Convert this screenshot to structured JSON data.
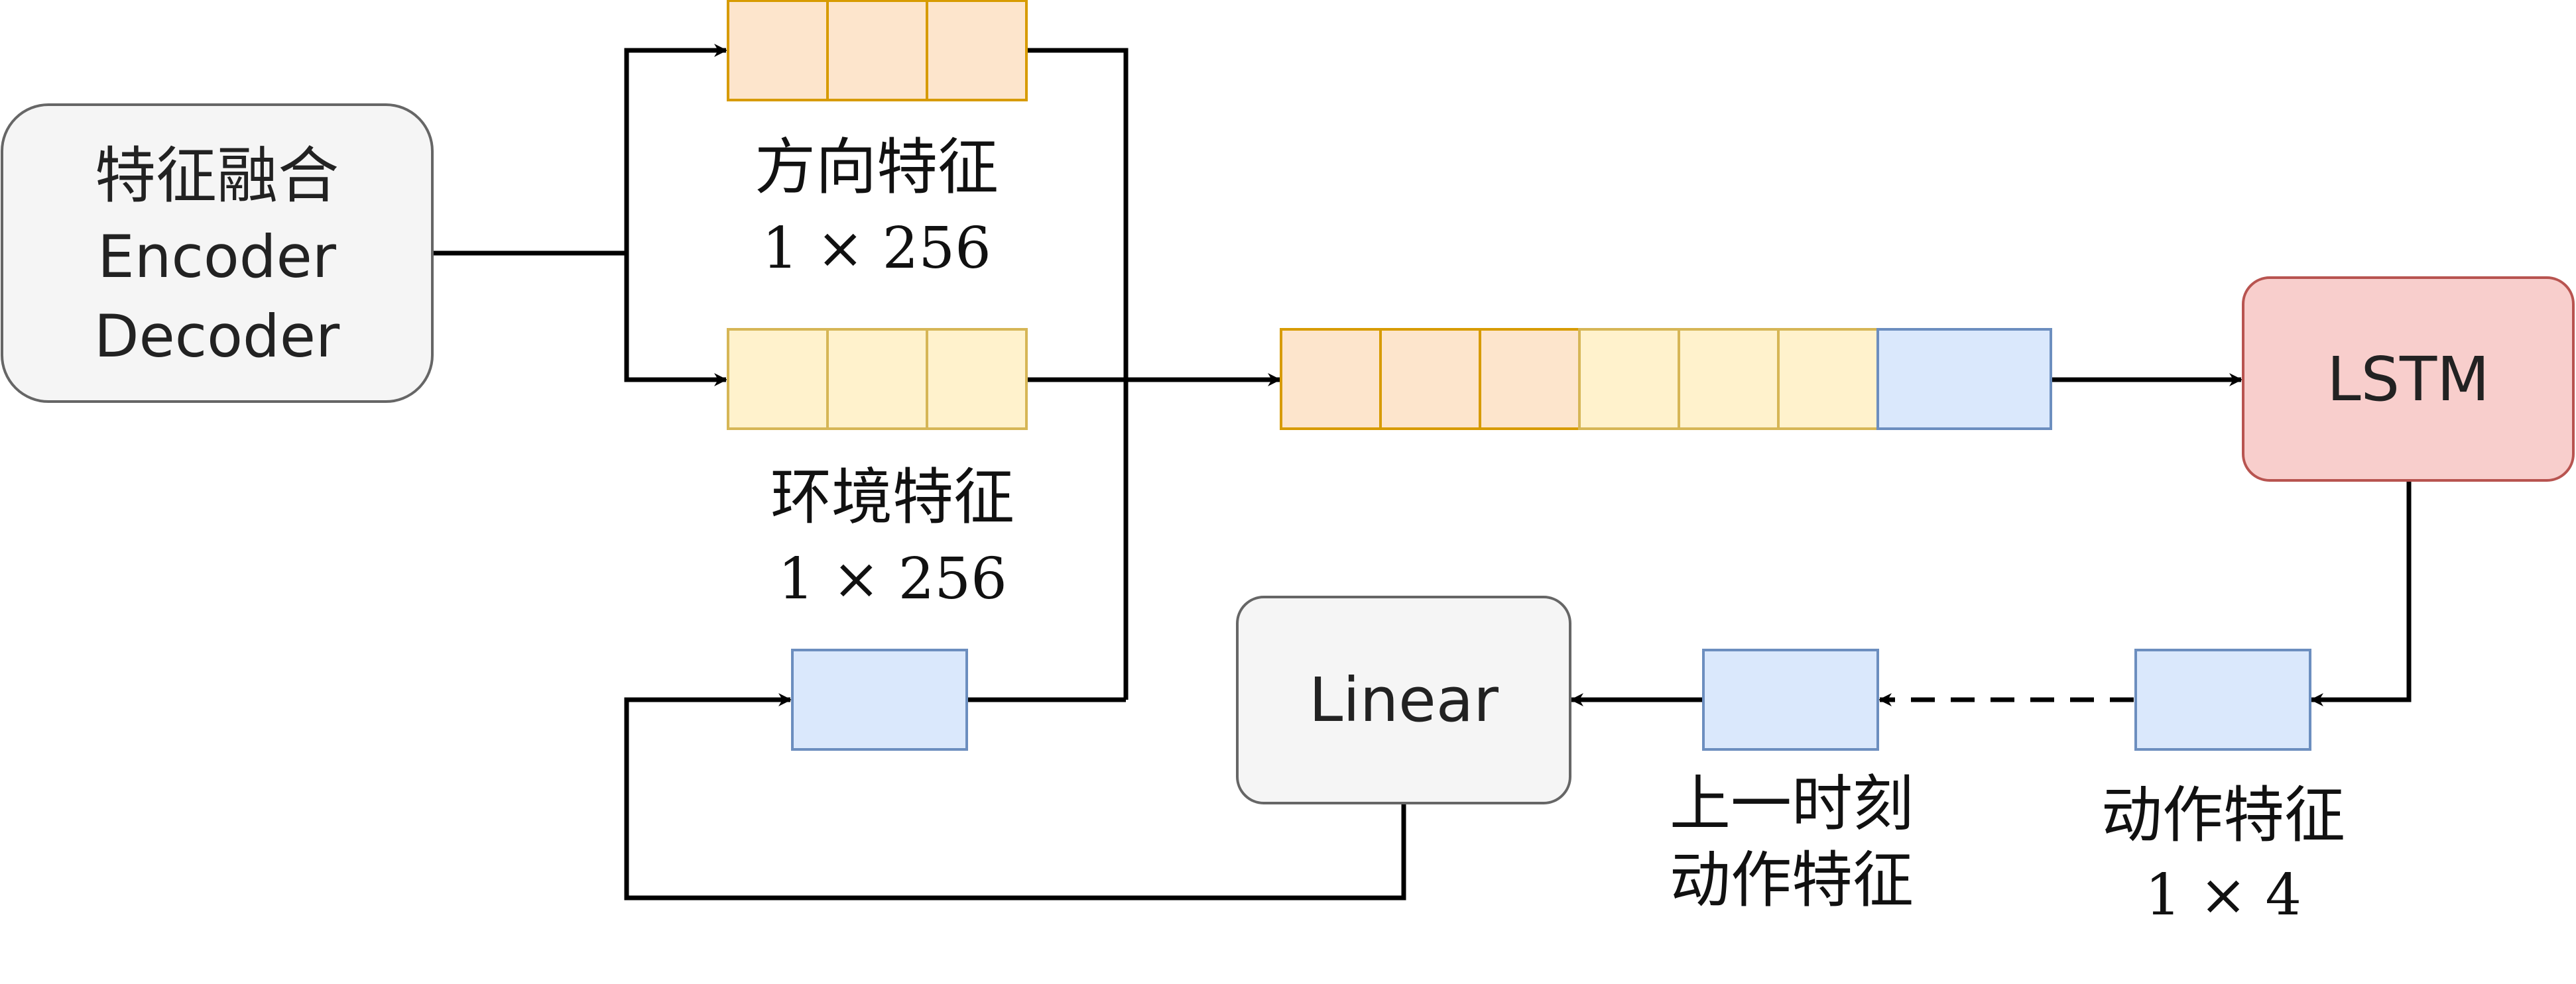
{
  "colors": {
    "orange_fill": "#fde5cc",
    "orange_stroke": "#d79b00",
    "yellow_fill": "#fff2cc",
    "yellow_stroke": "#d6b656",
    "blue_fill": "#dae8fc",
    "blue_stroke": "#6c8ebf",
    "gray_fill": "#f5f5f5",
    "gray_stroke": "#666666",
    "red_fill": "#f8cecc",
    "red_stroke": "#b85450",
    "line": "#000000"
  },
  "nodes": {
    "fusion": {
      "line1": "特征融合",
      "line2": "Encoder",
      "line3": "Decoder"
    },
    "lstm": {
      "label": "LSTM"
    },
    "linear": {
      "label": "Linear"
    }
  },
  "labels": {
    "direction_feature": {
      "name": "方向特征",
      "dims": "1 × 256"
    },
    "environment_feature": {
      "name": "环境特征",
      "dims": "1 × 256"
    },
    "previous_action": {
      "line1": "上一时刻",
      "line2": "动作特征"
    },
    "action_feature": {
      "name": "动作特征",
      "dims": "1 × 4"
    }
  }
}
